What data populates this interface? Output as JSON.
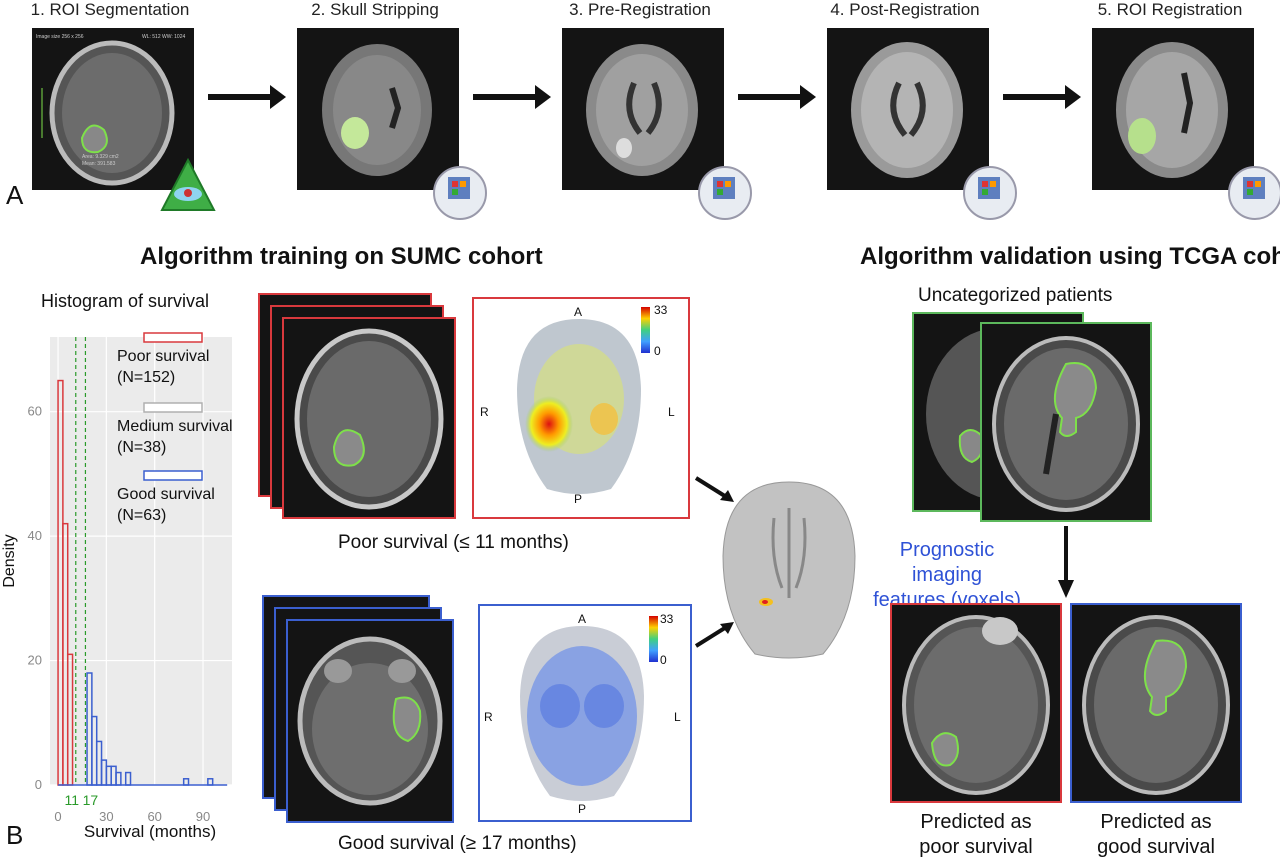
{
  "panel_a": {
    "letter": "A",
    "steps": [
      "1. ROI Segmentation",
      "2. Skull Stripping",
      "3. Pre-Registration",
      "4. Post-Registration",
      "5. ROI Registration"
    ]
  },
  "panel_b": {
    "letter": "B",
    "training_title": "Algorithm training on SUMC cohort",
    "validation_title": "Algorithm validation using TCGA cohort",
    "poor_caption": "Poor survival (≤ 11 months)",
    "good_caption": "Good survival (≥ 17 months)",
    "uncategorized": "Uncategorized patients",
    "prognostic_line1": "Prognostic imaging",
    "prognostic_line2": "features (voxels)",
    "pred_poor_line1": "Predicted as",
    "pred_poor_line2": "poor survival",
    "pred_good_line1": "Predicted as",
    "pred_good_line2": "good survival",
    "heatmap": {
      "max": "33",
      "min": "0",
      "A": "A",
      "P": "P",
      "R": "R",
      "L": "L"
    }
  },
  "colors": {
    "poor": "#d9393d",
    "good": "#3b5fcf",
    "roi": "#7ee04a",
    "threshold": "#2a9a2a"
  },
  "chart_data": {
    "type": "bar",
    "title": "Histogram of survival",
    "xlabel": "Survival (months)",
    "ylabel": "Density",
    "xlim": [
      -5,
      108
    ],
    "ylim": [
      0,
      72
    ],
    "xticks": [
      0,
      30,
      60,
      90
    ],
    "yticks": [
      0,
      20,
      40,
      60
    ],
    "threshold_labels": [
      "11",
      "17"
    ],
    "thresholds": [
      11,
      17
    ],
    "legend": [
      {
        "label": "Poor survival",
        "n": "(N=152)",
        "color": "#d9393d"
      },
      {
        "label": "Medium survival",
        "n": "(N=38)",
        "color": "#b0b0b0"
      },
      {
        "label": "Good survival",
        "n": "(N=63)",
        "color": "#3b5fcf"
      }
    ],
    "series": [
      {
        "name": "Poor survival",
        "color": "#d9393d",
        "bins": [
          [
            0,
            3,
            65
          ],
          [
            3,
            6,
            42
          ],
          [
            6,
            9,
            21
          ]
        ]
      },
      {
        "name": "Medium survival",
        "color": "#b0b0b0",
        "bins": [
          [
            9,
            12,
            0
          ],
          [
            12,
            15,
            0
          ]
        ]
      },
      {
        "name": "Good survival",
        "color": "#3b5fcf",
        "bins": [
          [
            18,
            21,
            18
          ],
          [
            21,
            24,
            11
          ],
          [
            24,
            27,
            7
          ],
          [
            27,
            30,
            4
          ],
          [
            30,
            33,
            3
          ],
          [
            33,
            36,
            3
          ],
          [
            36,
            39,
            2
          ],
          [
            42,
            45,
            2
          ],
          [
            57,
            60,
            0
          ],
          [
            78,
            81,
            1
          ],
          [
            93,
            96,
            1
          ]
        ]
      }
    ]
  }
}
